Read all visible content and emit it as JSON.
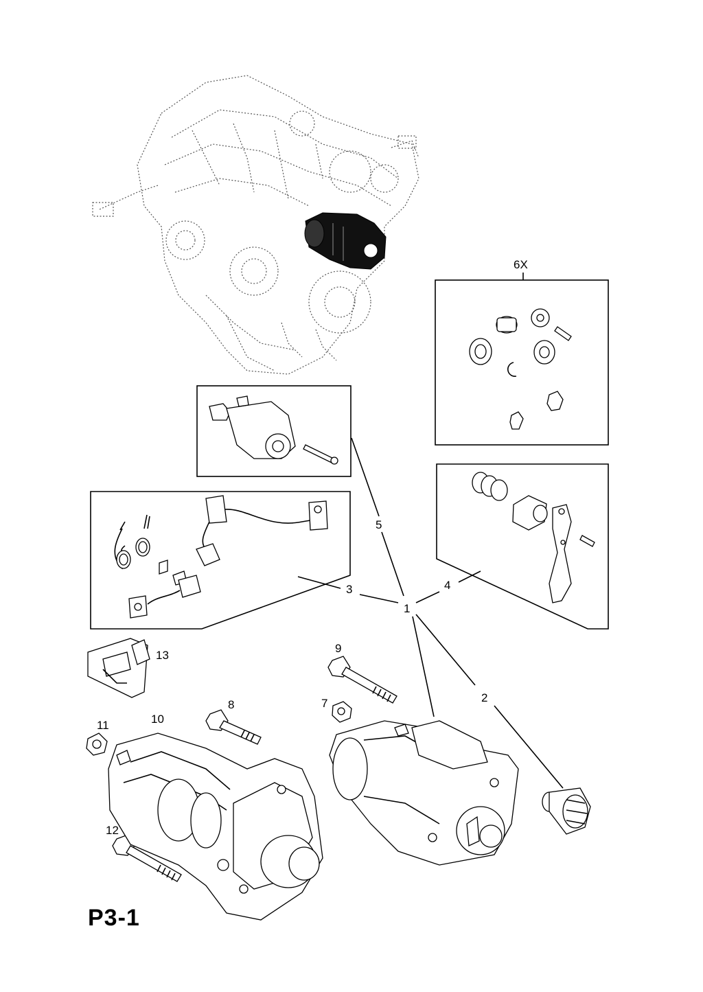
{
  "diagram": {
    "page_id": "P3-1",
    "callouts": {
      "c1": "1",
      "c2": "2",
      "c3": "3",
      "c4": "4",
      "c5": "5",
      "c6x": "6X",
      "c7": "7",
      "c8": "8",
      "c9": "9",
      "c10": "10",
      "c11": "11",
      "c12": "12",
      "c13": "13"
    }
  }
}
